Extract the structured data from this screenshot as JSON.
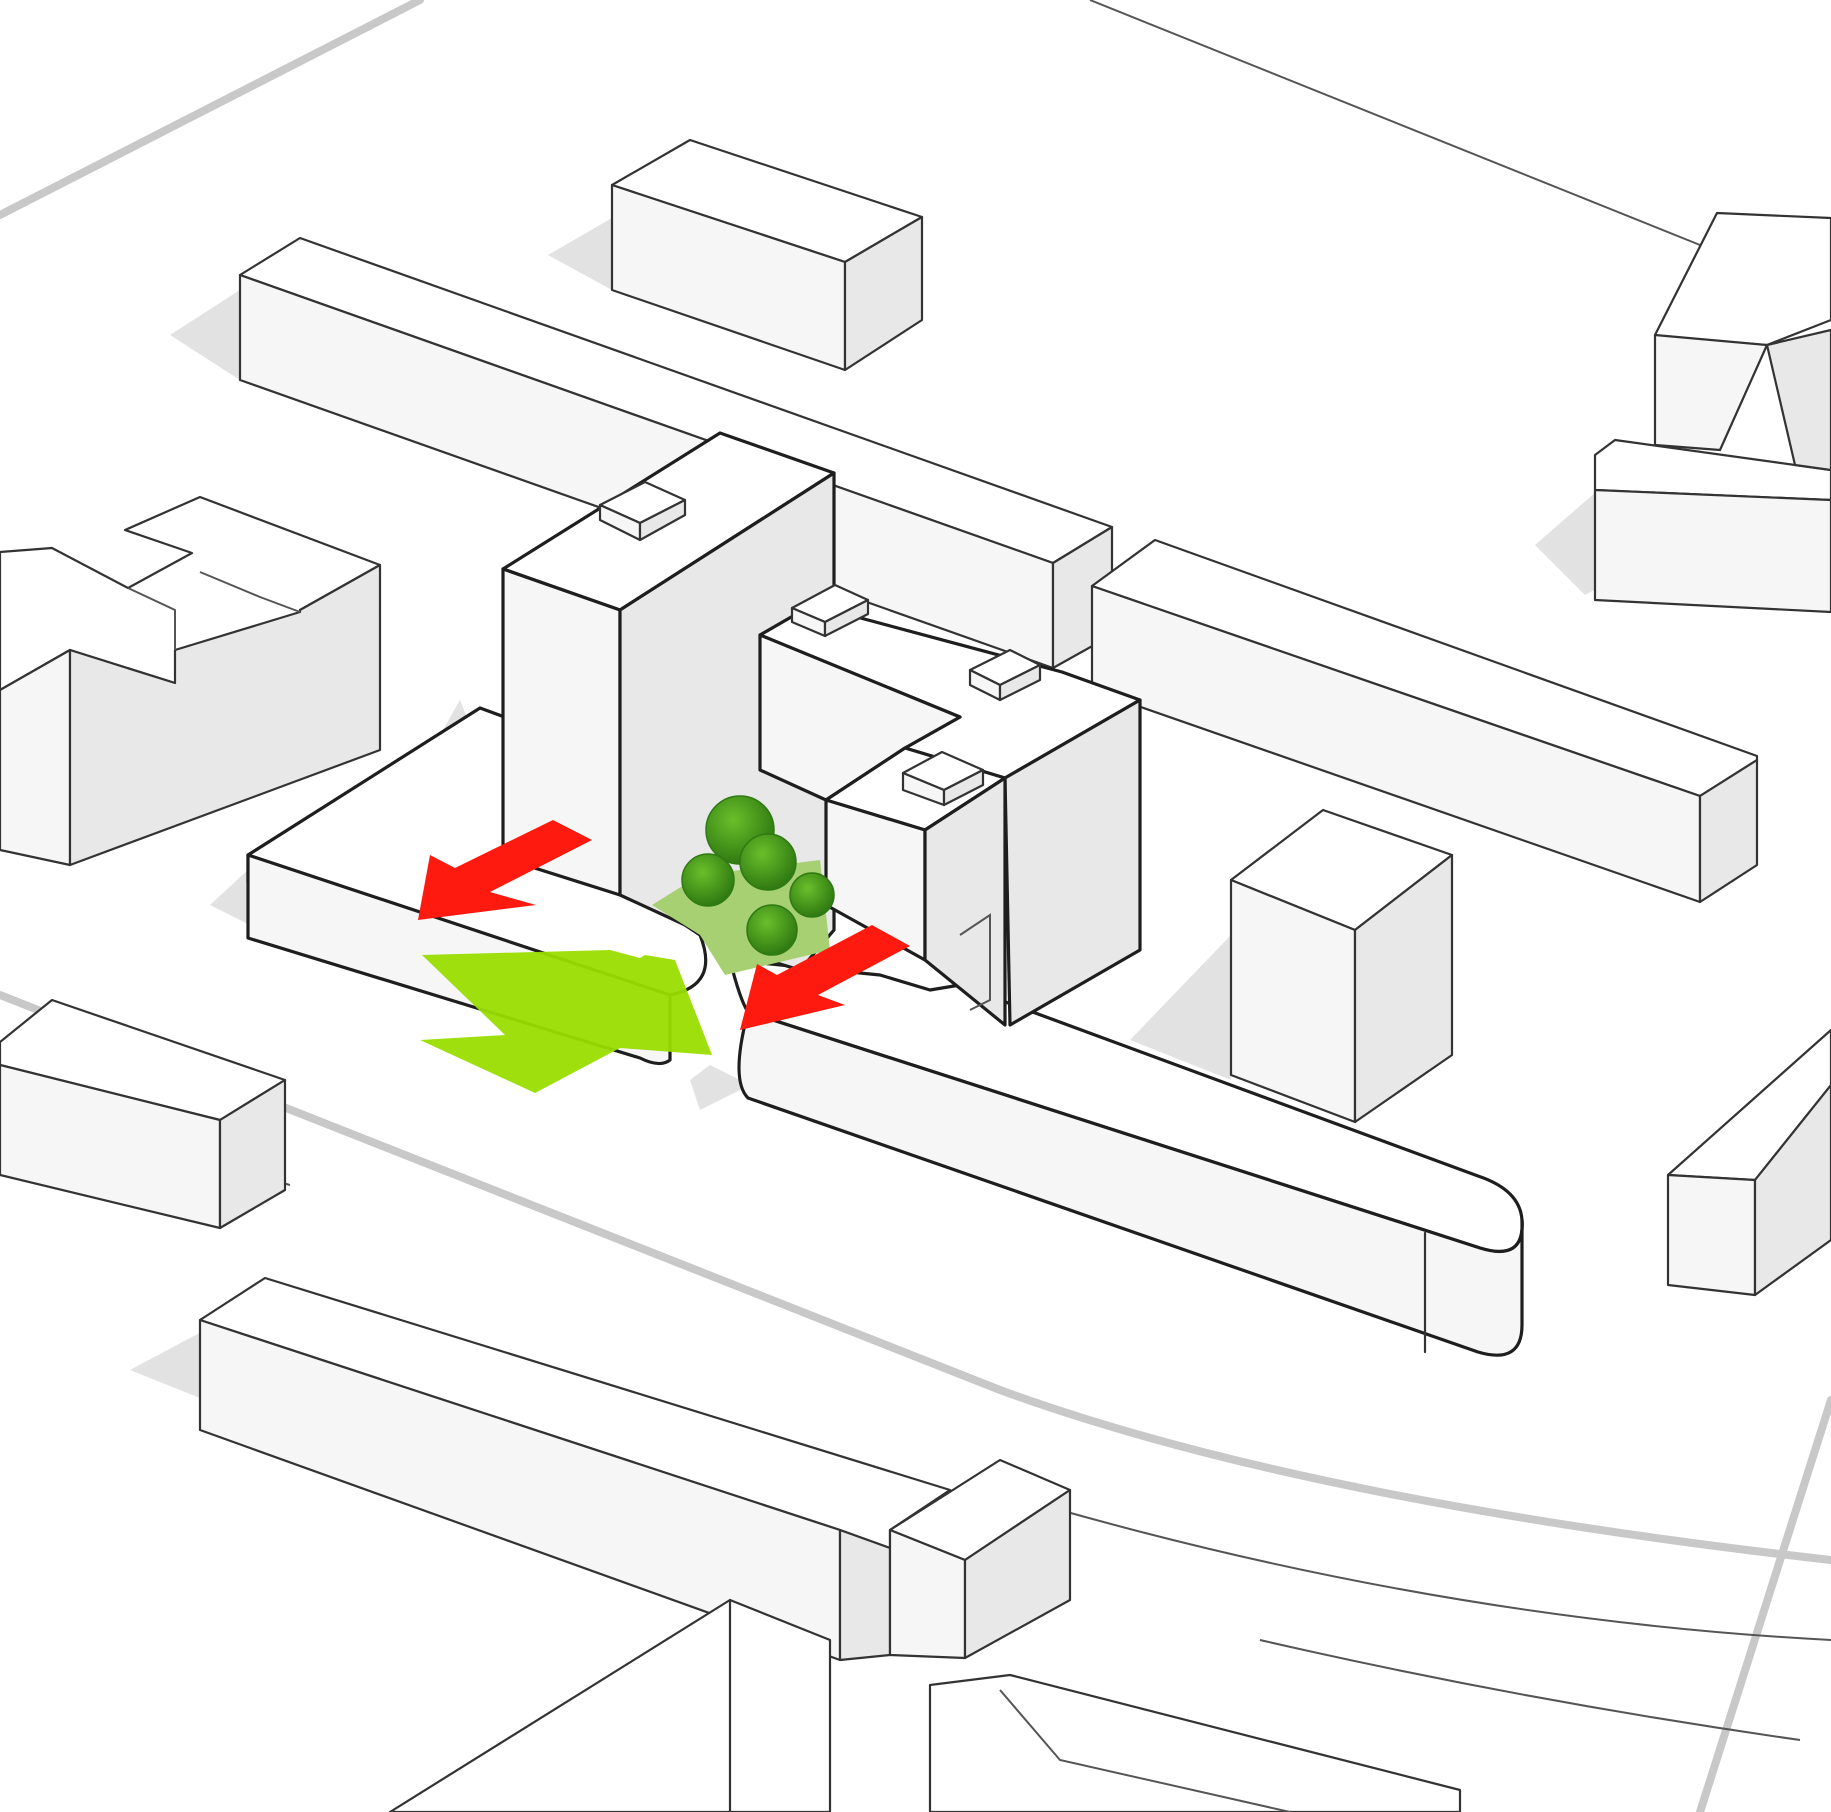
{
  "diagram": {
    "kind": "isometric massing diagram",
    "colors": {
      "background": "#ffffff",
      "building_top": "#ffffff",
      "building_face_light": "#f6f6f6",
      "building_face_shade": "#e8e8e8",
      "ground_shadow": "#e2e2e2",
      "road": "#c8c8c8",
      "edge": "#333333",
      "red_arrow": "#ff1a10",
      "green_arrow": "#99dd00",
      "courtyard_green": "#a6d072",
      "tree_light": "#6abf2a",
      "tree_dark": "#2f7a12"
    },
    "arrows": [
      {
        "id": "red-arrow-left",
        "color": "#ff1a10",
        "meaning": "exit"
      },
      {
        "id": "red-arrow-right",
        "color": "#ff1a10",
        "meaning": "exit"
      },
      {
        "id": "green-arrow",
        "color": "#99dd00",
        "meaning": "entry"
      }
    ],
    "trees": 5
  }
}
